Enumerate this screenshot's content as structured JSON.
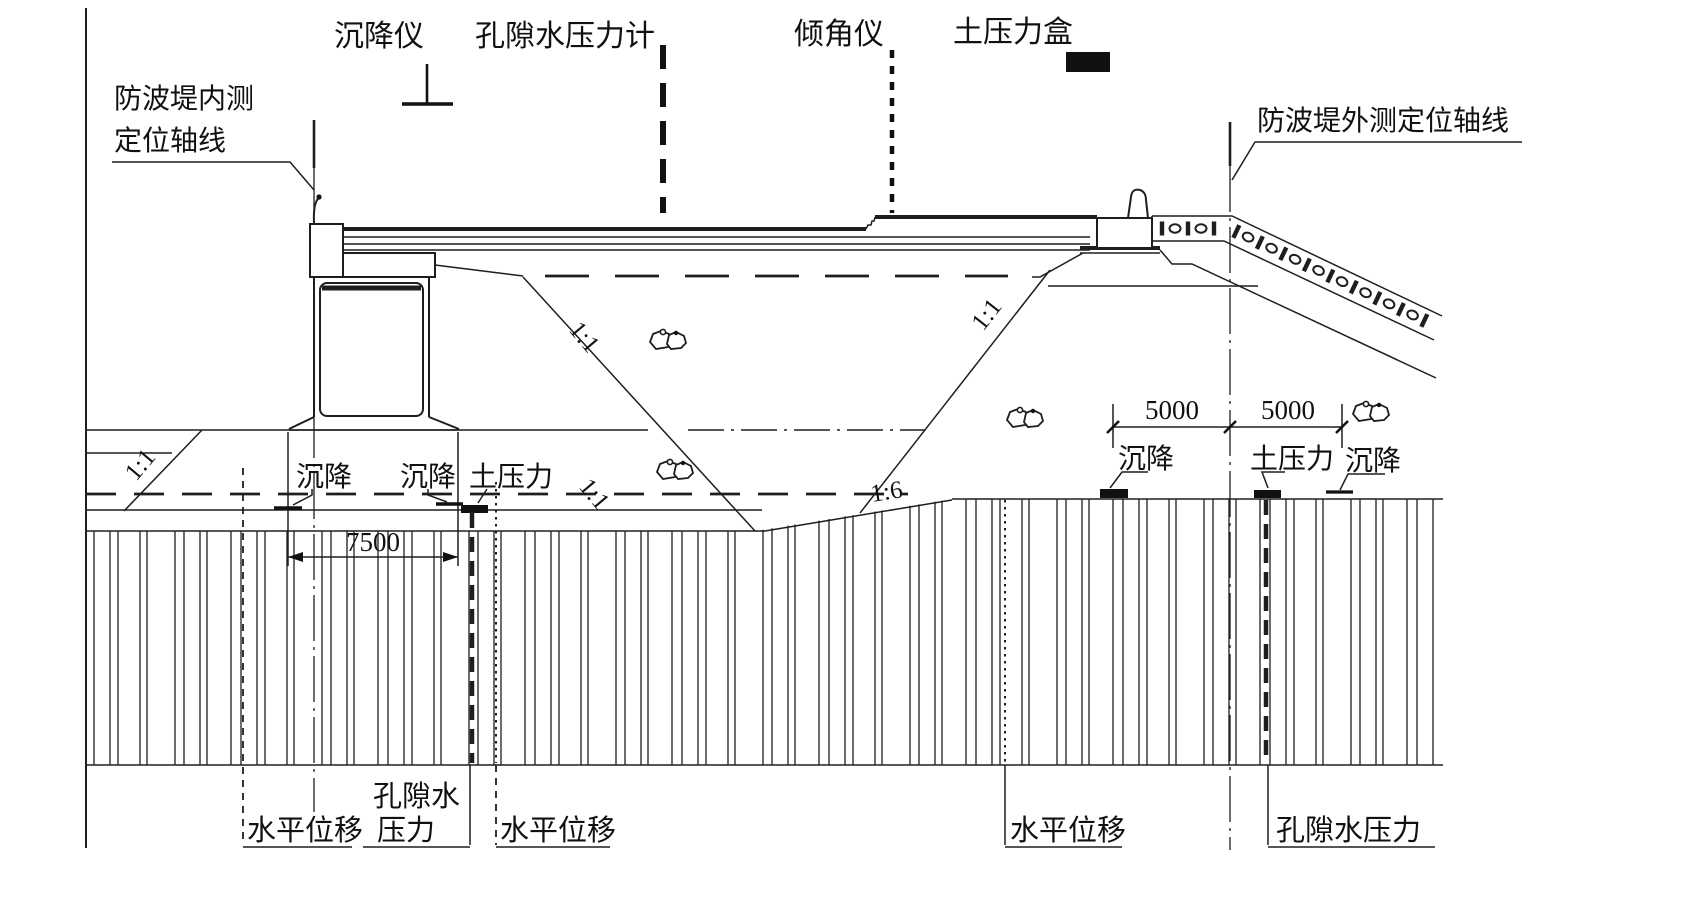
{
  "diagram": {
    "kind": "breakwater-cross-section-instrumentation",
    "colors": {
      "line": "#1e1e1e",
      "background": "#ffffff",
      "marker_fill": "#111111"
    },
    "instrument_callouts": [
      {
        "label": "沉降仪",
        "symbol": "settlement-gauge-tee"
      },
      {
        "label": "孔隙水压力计",
        "symbol": "thick-dashed-line"
      },
      {
        "label": "倾角仪",
        "symbol": "dotted-line"
      },
      {
        "label": "土压力盒",
        "symbol": "filled-rectangle"
      }
    ],
    "axis_labels": {
      "inner_line1": "防波堤内测",
      "inner_line2": "定位轴线",
      "outer": "防波堤外测定位轴线"
    },
    "slope_labels": {
      "left_berm": "1:1",
      "mid_upper": "1:1",
      "mid_lower": "1:1",
      "right_slope": "1:1",
      "sand_surface": "1:6"
    },
    "dimensions": {
      "caisson_base_width": "7500",
      "right_span_a": "5000",
      "right_span_b": "5000"
    },
    "foundation_markers": {
      "left": [
        {
          "label": "沉降"
        },
        {
          "label": "沉降"
        },
        {
          "label": "土压力"
        }
      ],
      "right": [
        {
          "label": "沉降"
        },
        {
          "label": "土压力"
        },
        {
          "label": "沉降"
        }
      ]
    },
    "borehole_labels": {
      "left_displacement": "水平位移",
      "left_pore_line1": "孔隙水",
      "left_pore_line2": "压力",
      "center_displacement": "水平位移",
      "right_displacement": "水平位移",
      "right_pore": "孔隙水压力"
    }
  }
}
